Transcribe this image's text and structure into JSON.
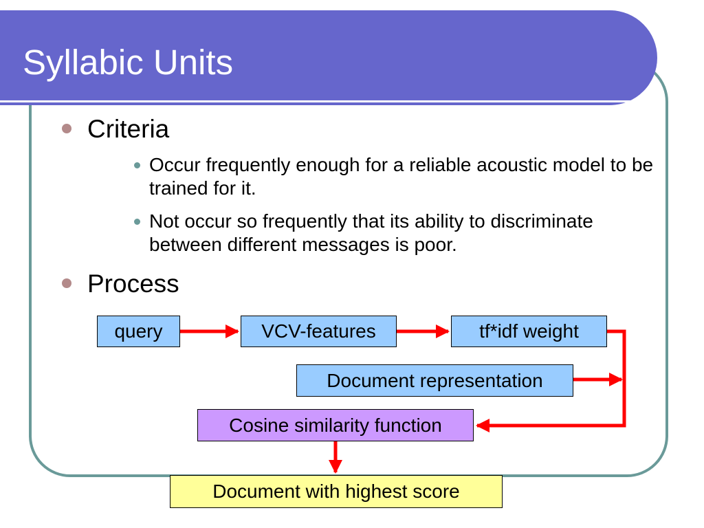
{
  "slide": {
    "title": "Syllabic Units",
    "criteria": {
      "heading": "Criteria",
      "points": [
        "Occur frequently enough for a reliable acoustic model to be trained for it.",
        "Not occur so frequently that its ability to discriminate between different messages is poor."
      ]
    },
    "process": {
      "heading": "Process"
    }
  },
  "flow": {
    "nodes": {
      "query": "query",
      "vcv": "VCV-features",
      "tfidf": "tf*idf weight",
      "docrep": "Document representation",
      "cosine": "Cosine similarity function",
      "result": "Document with highest score"
    }
  },
  "colors": {
    "title_bar": "#6666cc",
    "frame_border": "#6a9a99",
    "arrow": "#ff0000",
    "node_blue": "#99ccff",
    "node_purple": "#cc99ff",
    "node_yellow": "#ffff99"
  }
}
